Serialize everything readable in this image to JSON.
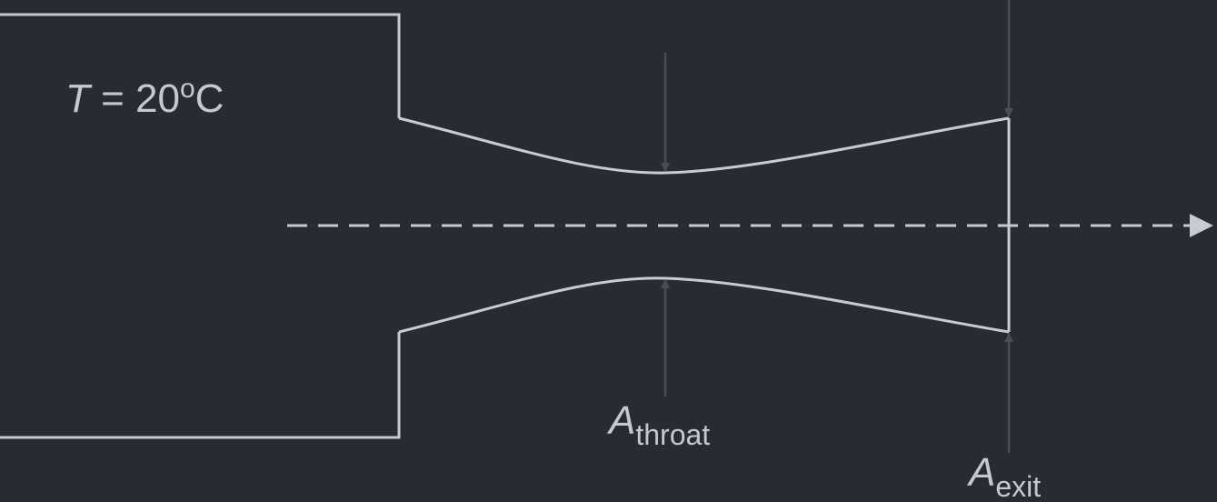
{
  "diagram": {
    "temperature_label": {
      "variable": "T",
      "equals": " = 20",
      "degree": "o",
      "unit": "C"
    },
    "throat_label": {
      "variable": "A",
      "subscript": "throat"
    },
    "exit_label": {
      "variable": "A",
      "subscript": "exit"
    },
    "colors": {
      "background": "#272b34",
      "outline": "#c9cbd2",
      "arrow": "#4a4d54",
      "text": "#c7c8ce"
    }
  }
}
